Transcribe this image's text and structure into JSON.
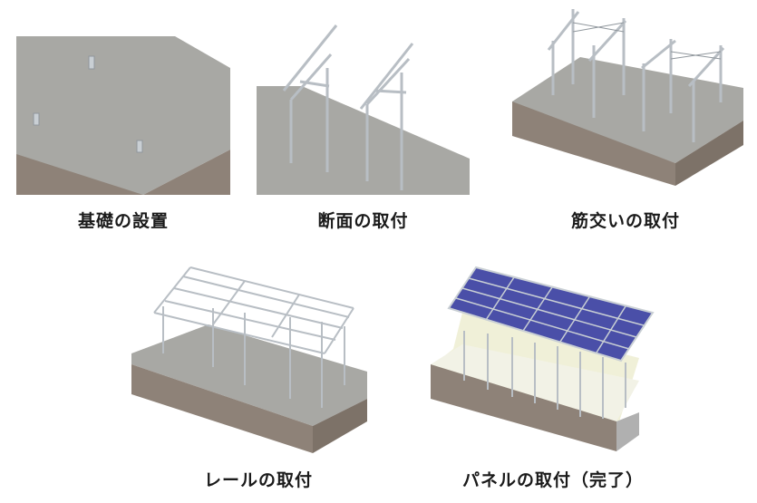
{
  "steps": [
    {
      "label": "基礎の設置"
    },
    {
      "label": "断面の取付"
    },
    {
      "label": "筋交いの取付"
    },
    {
      "label": "レールの取付"
    },
    {
      "label": "パネルの取付（完了）"
    }
  ],
  "colors": {
    "ground_top": "#a8a8a4",
    "ground_side": "#8e8278",
    "ground_side_dark": "#7d7268",
    "frame": "#c9cfd4",
    "frame_dark": "#8f969c",
    "panel_blue": "#4a4fa8",
    "panel_cell": "#6a70c8",
    "shadow_plane": "#f0f0d8"
  }
}
